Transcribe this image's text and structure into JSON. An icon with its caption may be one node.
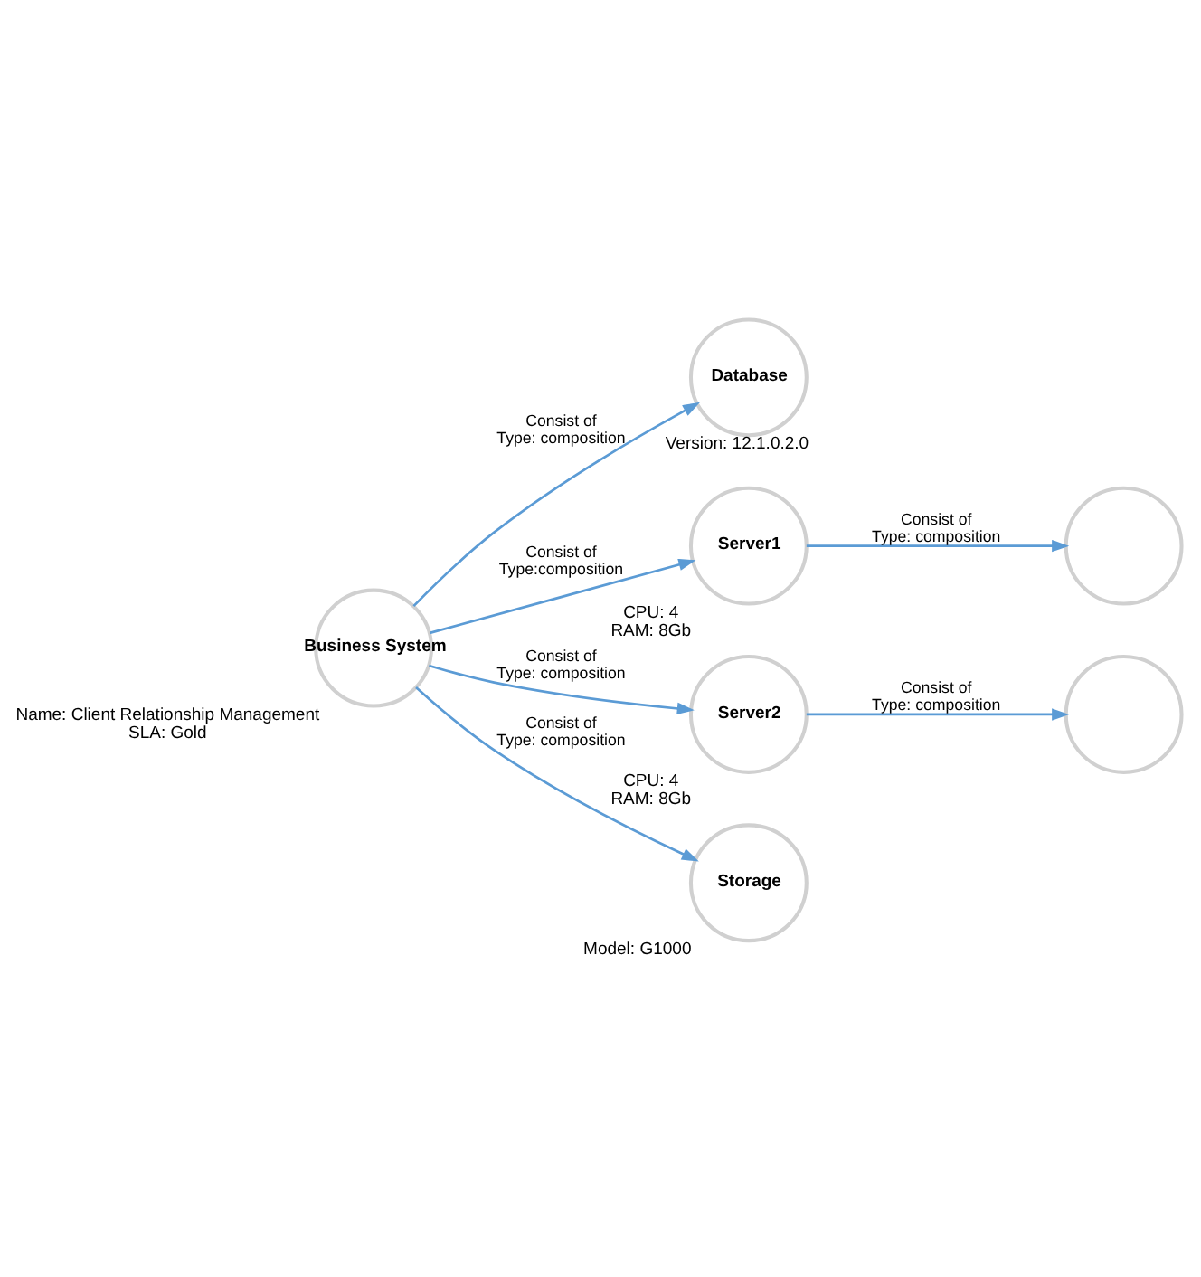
{
  "diagram": {
    "nodes": [
      {
        "text": [
          "Business System"
        ],
        "beside": [
          "Name: Client Relationship Management",
          "SLA: Gold"
        ]
      },
      {
        "text": [
          "Database"
        ],
        "beside": [
          "Version: 12.1.0.2.0"
        ]
      },
      {
        "text": [
          "Server1"
        ],
        "beside": [
          "CPU: 4",
          "RAM: 8Gb"
        ]
      },
      {
        "text": [],
        "shape": "circle"
      },
      {
        "text": [
          "Server2"
        ],
        "beside": [
          "CPU: 4",
          "RAM: 8Gb"
        ]
      },
      {
        "text": [],
        "shape": "circle"
      },
      {
        "text": [
          "Storage"
        ],
        "beside": [
          "Model: G1000"
        ]
      }
    ],
    "edges": [
      {
        "from": 0,
        "to": 1,
        "arrow": "to",
        "label": "Consist of Type: composition"
      },
      {
        "from": 0,
        "to": 2,
        "arrow": "to",
        "label": "Consist of Type:composition"
      },
      {
        "from": 2,
        "to": 3,
        "arrow": "to",
        "label": "Consist of Type: composition"
      },
      {
        "from": 0,
        "to": 4,
        "arrow": "to",
        "label": "Consist of Type: composition"
      },
      {
        "from": 4,
        "to": 5,
        "arrow": "to",
        "label": "Consist of Type: composition"
      },
      {
        "from": 0,
        "to": 6,
        "arrow": "to",
        "label": "Consist of Type: composition"
      }
    ]
  }
}
